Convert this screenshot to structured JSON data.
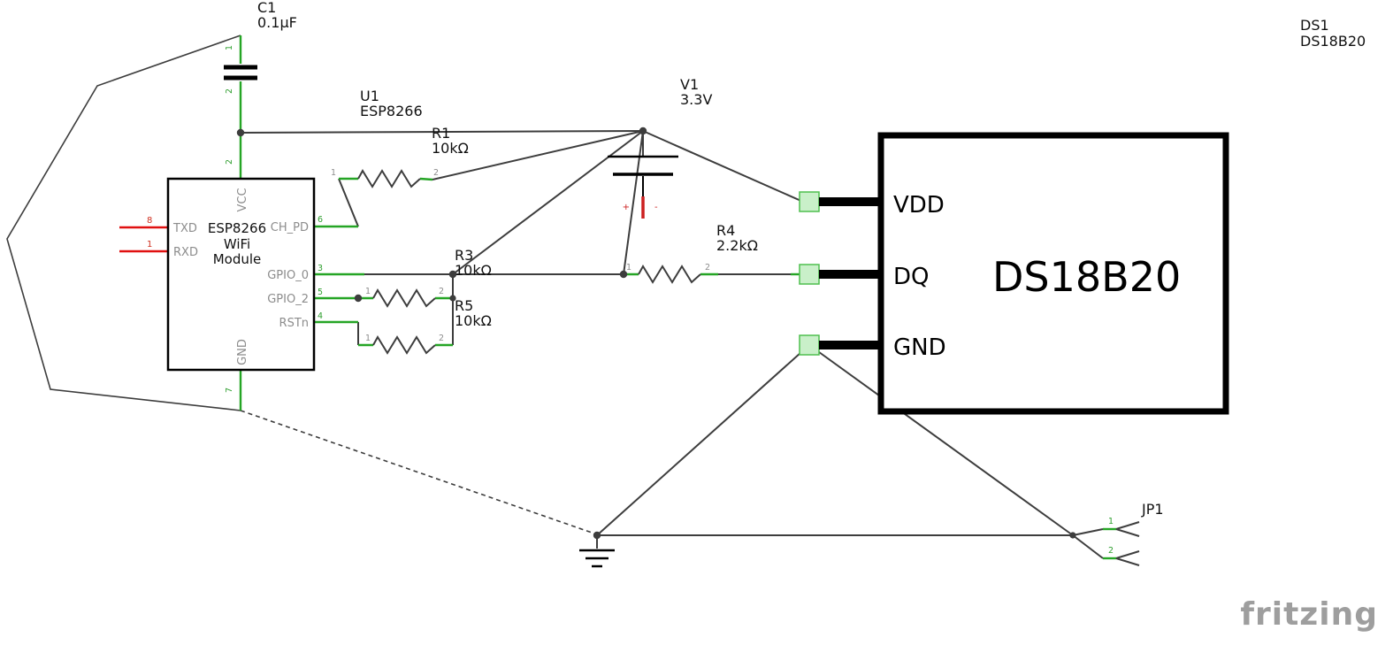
{
  "watermark": "fritzing",
  "colors": {
    "wire": "#3d3d3d",
    "net_green": "#25a525",
    "wire_red": "#e01010",
    "pad_fill": "#c9f0c9",
    "pad_border": "#4fbf4f",
    "battery_negative_red": "#cc2020",
    "label_gray": "#8c8c8c",
    "logo_gray": "#9e9e9e"
  },
  "c1": {
    "ref": "C1",
    "value": "0.1µF",
    "pin1": "1",
    "pin2": "2"
  },
  "u1": {
    "ref": "U1",
    "type": "ESP8266",
    "name_line1": "ESP8266",
    "name_line2": "WiFi",
    "name_line3": "Module",
    "pin_txd": "TXD",
    "pin_txd_num": "8",
    "pin_rxd": "RXD",
    "pin_rxd_num": "1",
    "pin_vcc": "VCC",
    "pin_vcc_num": "2",
    "pin_chpd": "CH_PD",
    "pin_chpd_num": "6",
    "pin_gpio0": "GPIO_0",
    "pin_gpio0_num": "3",
    "pin_gpio2": "GPIO_2",
    "pin_gpio2_num": "5",
    "pin_rstn": "RSTn",
    "pin_rstn_num": "4",
    "pin_gnd": "GND",
    "pin_gnd_num": "7"
  },
  "r1": {
    "ref": "R1",
    "value": "10kΩ",
    "pin1": "1",
    "pin2": "2"
  },
  "r3": {
    "ref": "R3",
    "value": "10kΩ",
    "pin1": "1",
    "pin2": "2"
  },
  "r5": {
    "ref": "R5",
    "value": "10kΩ",
    "pin1": "1",
    "pin2": "2"
  },
  "r4": {
    "ref": "R4",
    "value": "2.2kΩ",
    "pin1": "1",
    "pin2": "2"
  },
  "v1": {
    "ref": "V1",
    "value": "3.3V",
    "plus": "+",
    "minus": "-"
  },
  "ds1": {
    "ref": "DS1",
    "type": "DS18B20",
    "chip": "DS18B20",
    "pin_vdd": "VDD",
    "pin_dq": "DQ",
    "pin_gnd": "GND"
  },
  "jp1": {
    "ref": "JP1",
    "pin1": "1",
    "pin2": "2"
  }
}
